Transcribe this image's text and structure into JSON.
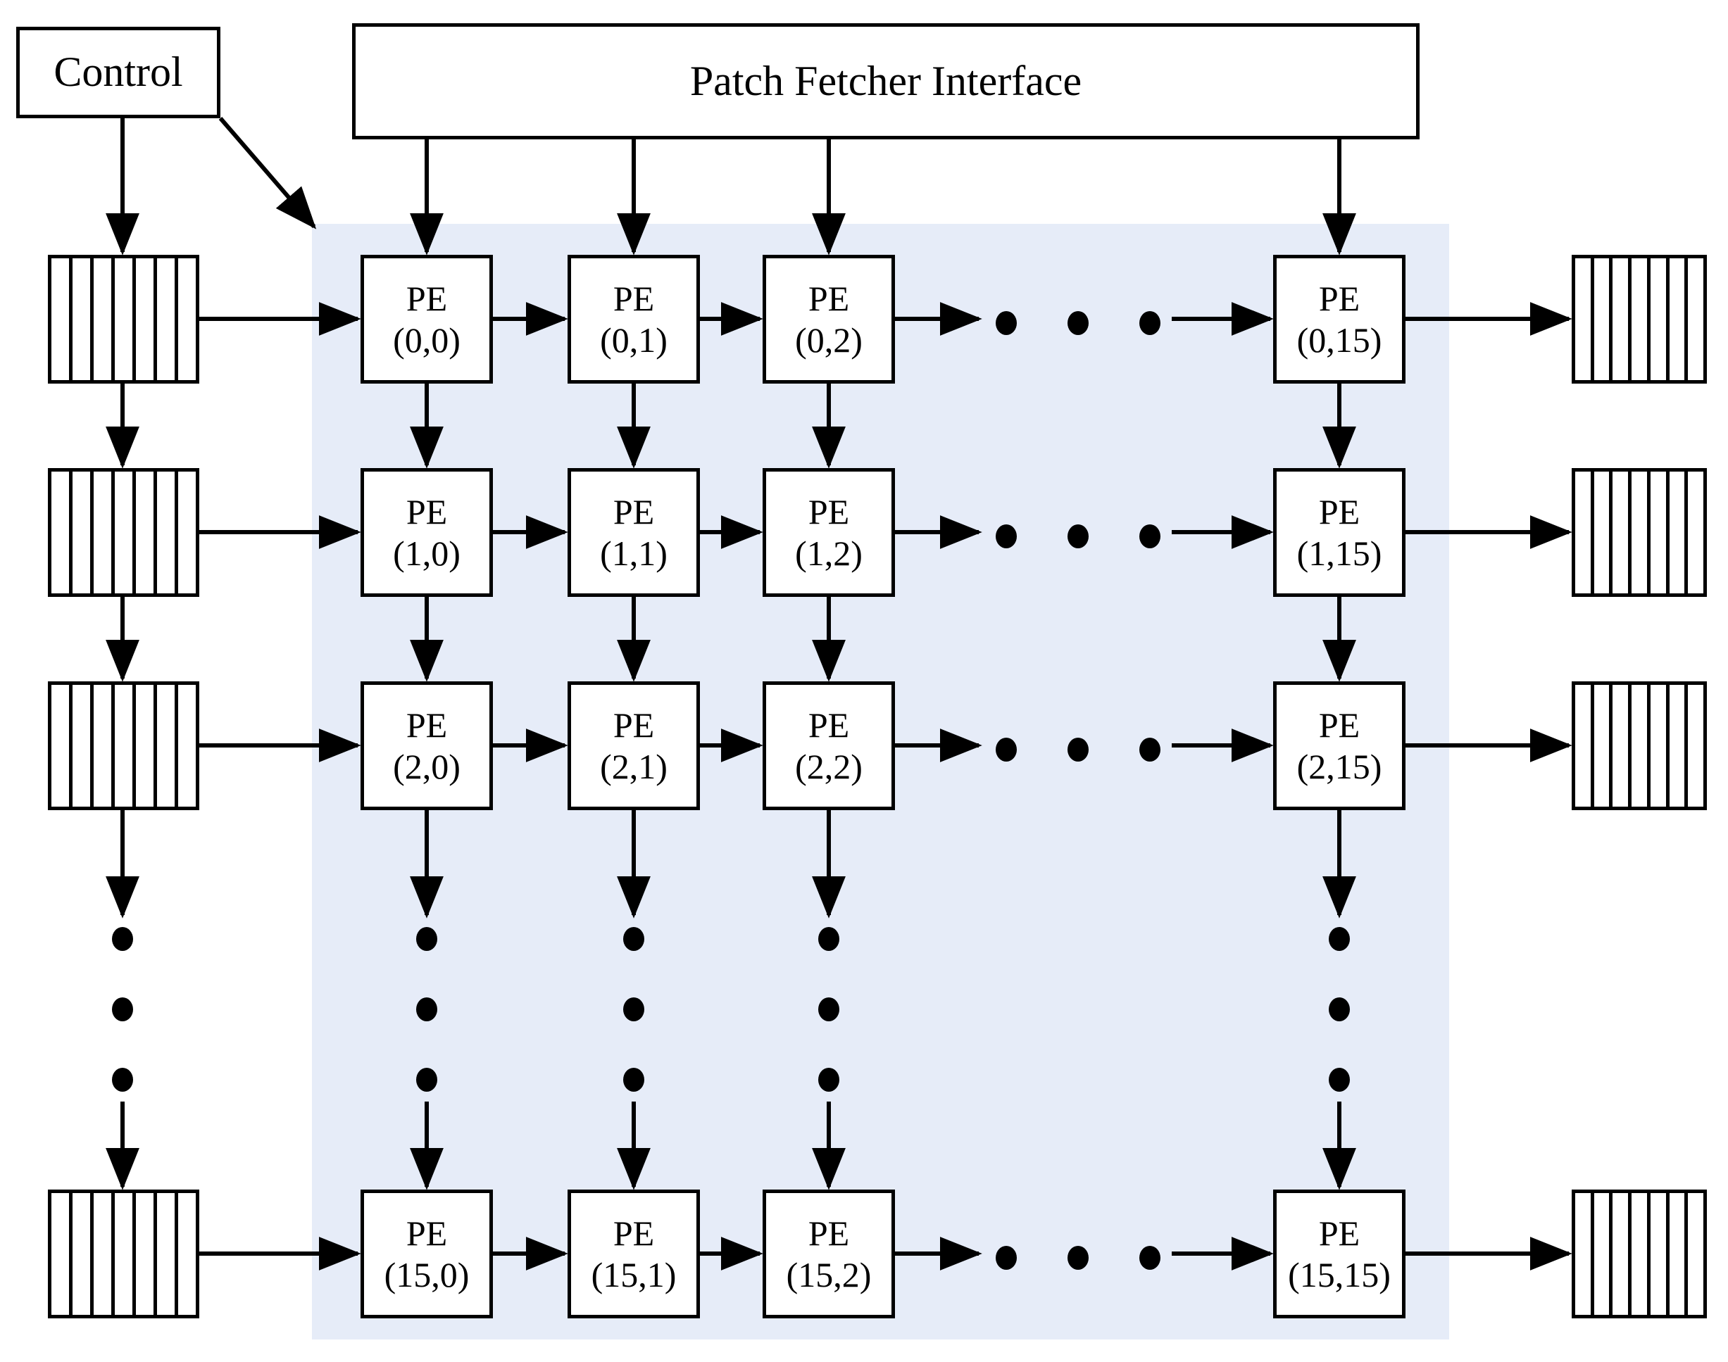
{
  "diagram": {
    "title_blocks": {
      "control": {
        "label": "Control"
      },
      "patch_fetcher": {
        "label": "Patch Fetcher Interface"
      }
    },
    "array": {
      "rows_shown": [
        "0",
        "1",
        "2",
        "15"
      ],
      "cols_shown": [
        "0",
        "1",
        "2",
        "15"
      ],
      "pe_prefix": "PE",
      "grid": [
        [
          {
            "name": "PE",
            "index": "(0,0)"
          },
          {
            "name": "PE",
            "index": "(0,1)"
          },
          {
            "name": "PE",
            "index": "(0,2)"
          },
          {
            "name": "PE",
            "index": "(0,15)"
          }
        ],
        [
          {
            "name": "PE",
            "index": "(1,0)"
          },
          {
            "name": "PE",
            "index": "(1,1)"
          },
          {
            "name": "PE",
            "index": "(1,2)"
          },
          {
            "name": "PE",
            "index": "(1,15)"
          }
        ],
        [
          {
            "name": "PE",
            "index": "(2,0)"
          },
          {
            "name": "PE",
            "index": "(2,1)"
          },
          {
            "name": "PE",
            "index": "(2,2)"
          },
          {
            "name": "PE",
            "index": "(2,15)"
          }
        ],
        [
          {
            "name": "PE",
            "index": "(15,0)"
          },
          {
            "name": "PE",
            "index": "(15,1)"
          },
          {
            "name": "PE",
            "index": "(15,2)"
          },
          {
            "name": "PE",
            "index": "(15,15)"
          }
        ]
      ]
    },
    "buffers": {
      "input_count": 4,
      "output_count": 4,
      "segments_per_buffer": 7
    },
    "ellipses": {
      "horizontal_dot_count": 3,
      "vertical_dot_count": 3
    },
    "colors": {
      "array_shade": "#e6ecf8",
      "stroke": "#000000",
      "box_fill": "#ffffff"
    }
  }
}
